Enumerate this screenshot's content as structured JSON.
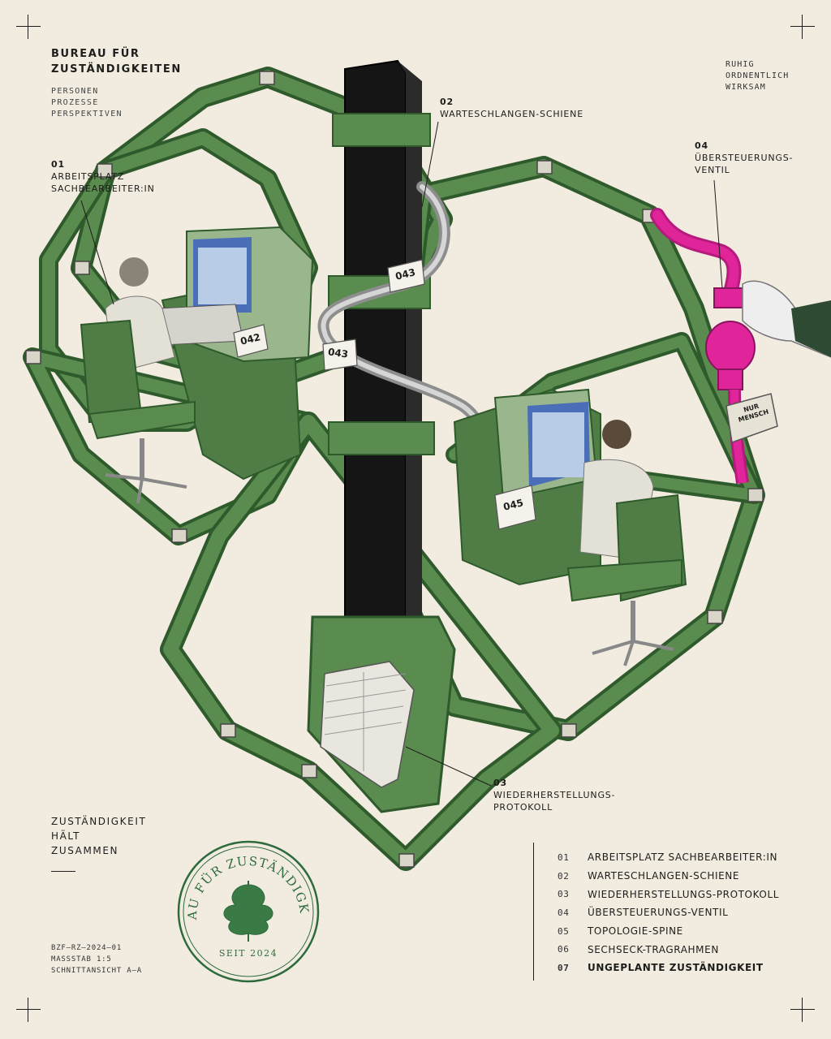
{
  "header": {
    "title_line1": "BUREAU FÜR",
    "title_line2": "ZUSTÄNDIGKEITEN",
    "sub1": "PERSONEN",
    "sub2": "PROZESSE",
    "sub3": "PERSPEKTIVEN"
  },
  "motto": {
    "line1": "RUHIG",
    "line2": "ORDNENTLICH",
    "line3": "WIRKSAM"
  },
  "callouts": {
    "c01": {
      "num": "01",
      "line1": "ARBEITSPLATZ",
      "line2": "SACHBEARBEITER:IN"
    },
    "c02": {
      "num": "02",
      "line1": "WARTESCHLANGEN-SCHIENE"
    },
    "c03": {
      "num": "03",
      "line1": "WIEDERHERSTELLUNGS-",
      "line2": "PROTOKOLL"
    },
    "c04": {
      "num": "04",
      "line1": "ÜBERSTEUERUNGS-",
      "line2": "VENTIL"
    }
  },
  "tickets": {
    "t042": "042",
    "t043a": "043",
    "t043b": "043",
    "t045": "045"
  },
  "valve_tag": {
    "line1": "NUR",
    "line2": "MENSCH"
  },
  "statement": {
    "line1": "ZUSTÄNDIGKEIT",
    "line2": "HÄLT",
    "line3": "ZUSAMMEN"
  },
  "codes": {
    "line1": "BZF–RZ–2024–01",
    "line2": "MASSSTAB 1:5",
    "line3": "SCHNITTANSICHT A–A"
  },
  "seal": {
    "text": "BUREAU FÜR ZUSTÄNDIGKEITEN",
    "year": "SEIT 2024"
  },
  "legend": [
    {
      "num": "01",
      "label": "ARBEITSPLATZ SACHBEARBEITER:IN"
    },
    {
      "num": "02",
      "label": "WARTESCHLANGEN-SCHIENE"
    },
    {
      "num": "03",
      "label": "WIEDERHERSTELLUNGS-PROTOKOLL"
    },
    {
      "num": "04",
      "label": "ÜBERSTEUERUNGS-VENTIL"
    },
    {
      "num": "05",
      "label": "TOPOLOGIE-SPINE"
    },
    {
      "num": "06",
      "label": "SECHSECK-TRAGRAHMEN"
    },
    {
      "num": "07",
      "label": "UNGEPLANTE ZUSTÄNDIGKEIT"
    }
  ],
  "colors": {
    "frame_green": "#4f7d45",
    "frame_dark": "#2f5a2c",
    "spine": "#1c1c1c",
    "valve": "#e0249a",
    "paper": "#f1ecdf"
  }
}
